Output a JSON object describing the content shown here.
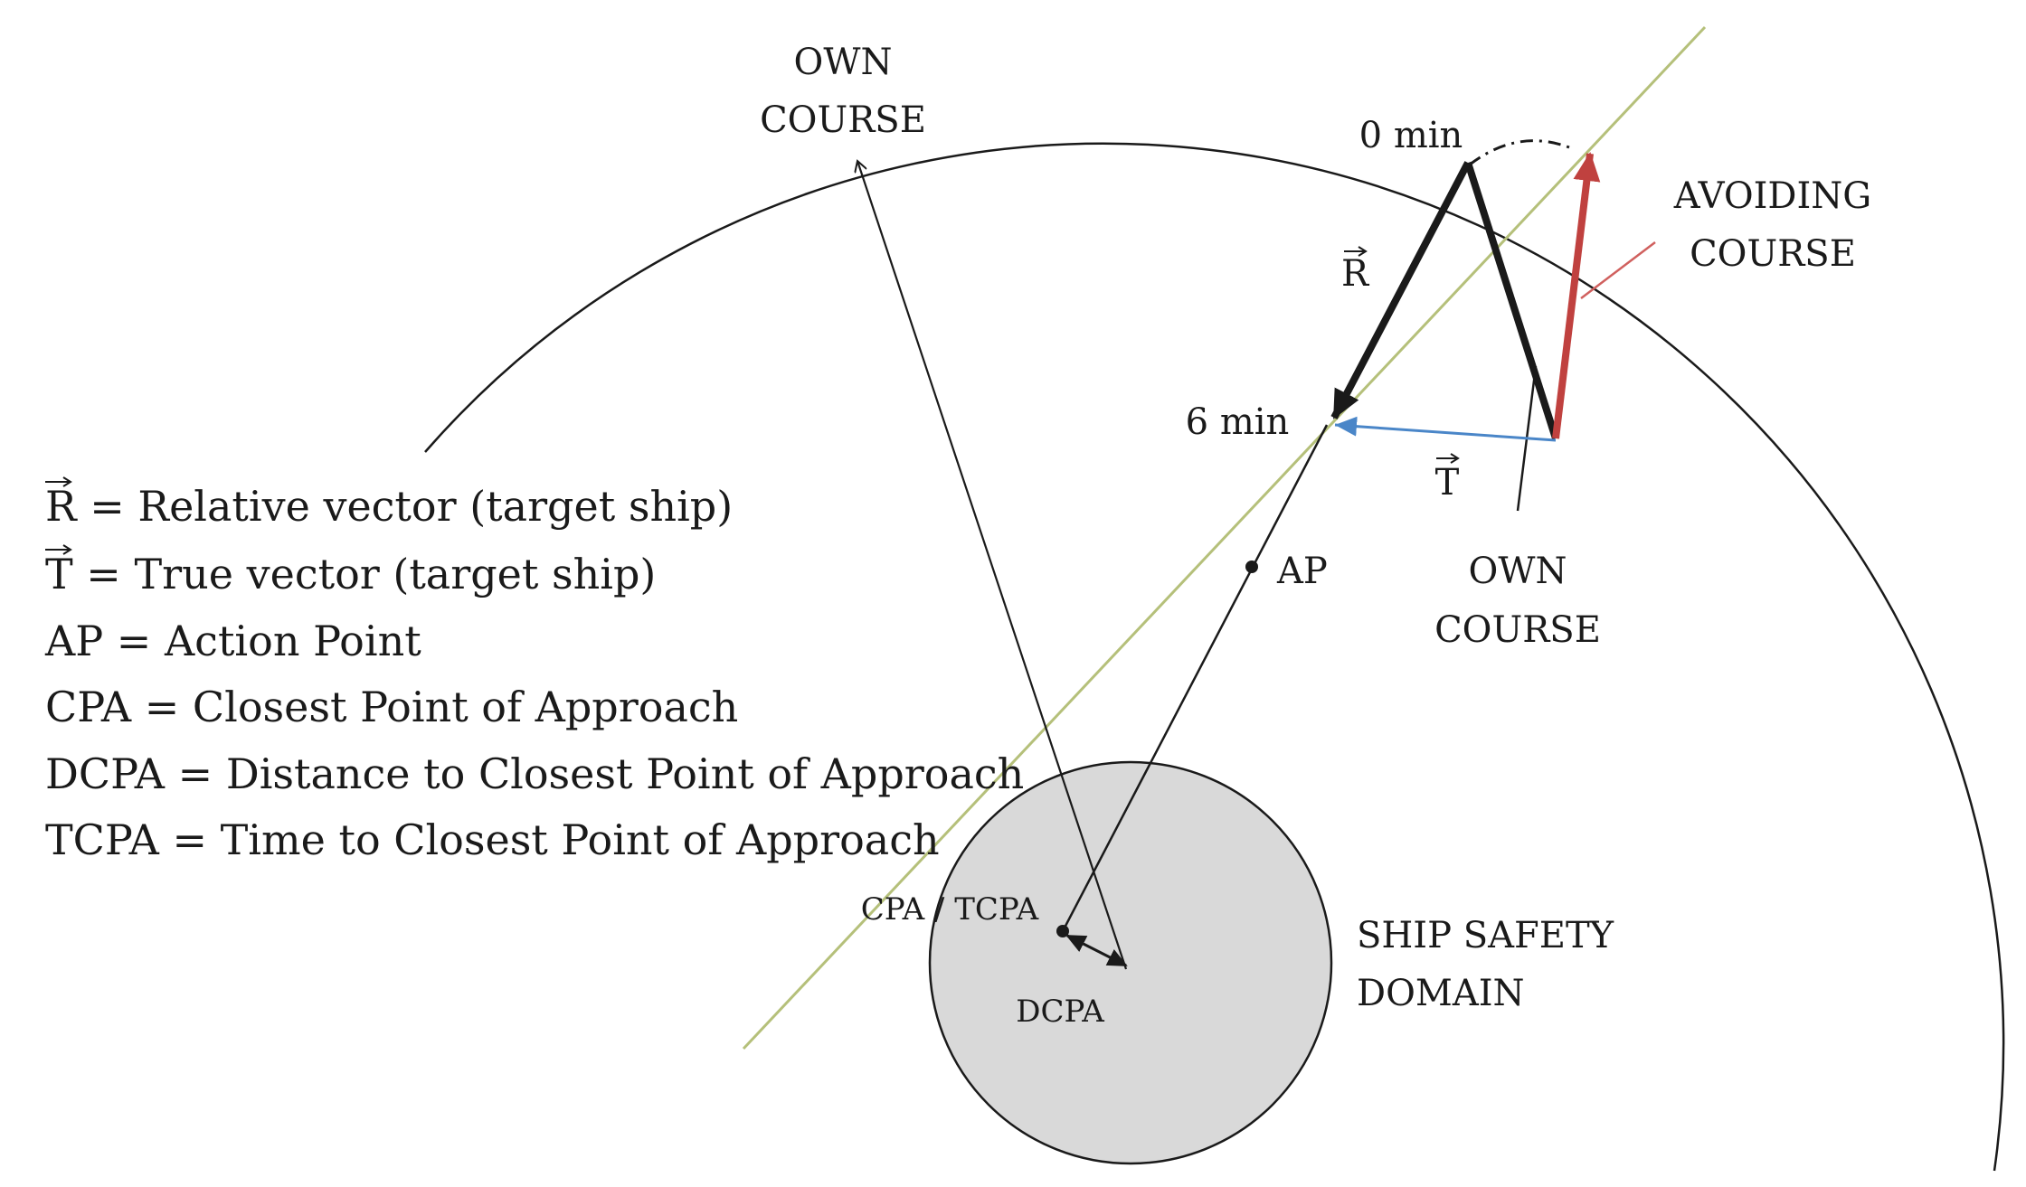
{
  "colors": {
    "line": "#1a1a1a",
    "course_line": "#b5c07a",
    "avoid_vector": "#c0413f",
    "avoid_pointer": "#d0605e",
    "true_vector": "#4a86c8",
    "domain_fill": "#d9d9d9"
  },
  "labels": {
    "own_course_top": [
      "OWN",
      "COURSE"
    ],
    "own_course_bottom": [
      "OWN",
      "COURSE"
    ],
    "avoiding_course": [
      "AVOIDING",
      "COURSE"
    ],
    "zero_min": "0 min",
    "six_min": "6 min",
    "r_symbol": "R",
    "t_symbol": "T",
    "ap": "AP",
    "cpa_tcpa": "CPA / TCPA",
    "dcpa": "DCPA",
    "ship_safety_domain": [
      "SHIP SAFETY",
      "DOMAIN"
    ]
  },
  "legend": [
    {
      "symbol": "R",
      "text": " = Relative vector (target ship)"
    },
    {
      "symbol": "T",
      "text": " = True vector (target ship)"
    },
    {
      "symbol": "",
      "text": "AP = Action Point"
    },
    {
      "symbol": "",
      "text": "CPA = Closest Point of Approach"
    },
    {
      "symbol": "",
      "text": "DCPA = Distance to Closest Point of Approach"
    },
    {
      "symbol": "",
      "text": "TCPA = Time to Closest Point of Approach"
    }
  ]
}
